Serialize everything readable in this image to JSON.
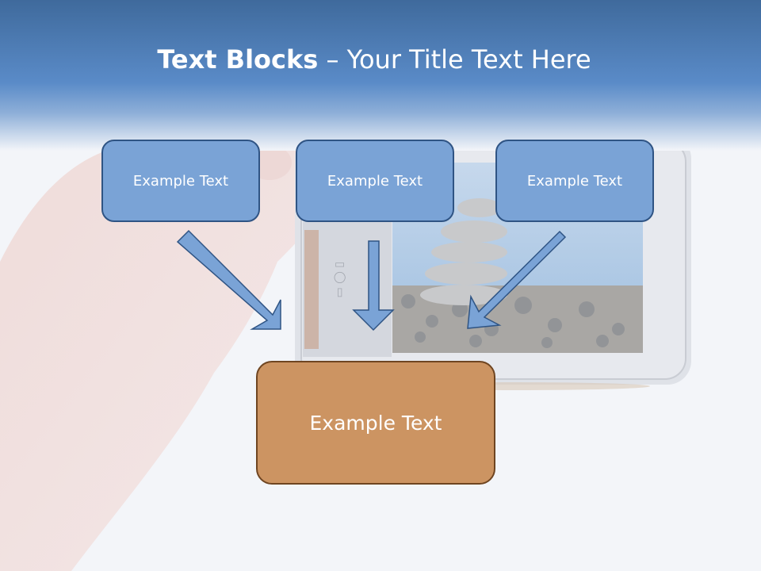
{
  "title": {
    "bold": "Text Blocks",
    "dash": " – ",
    "rest": "Your Title Text Here"
  },
  "blocks": [
    {
      "label": "Example Text"
    },
    {
      "label": "Example Text"
    },
    {
      "label": "Example Text"
    }
  ],
  "main_block": {
    "label": "Example Text"
  },
  "colors": {
    "header": "#4f81bd",
    "block_fill": "#7aa3d6",
    "block_border": "#2f5484",
    "main_fill": "#cc9462",
    "main_border": "#6f4521",
    "arrow_fill": "#7aa3d6"
  }
}
